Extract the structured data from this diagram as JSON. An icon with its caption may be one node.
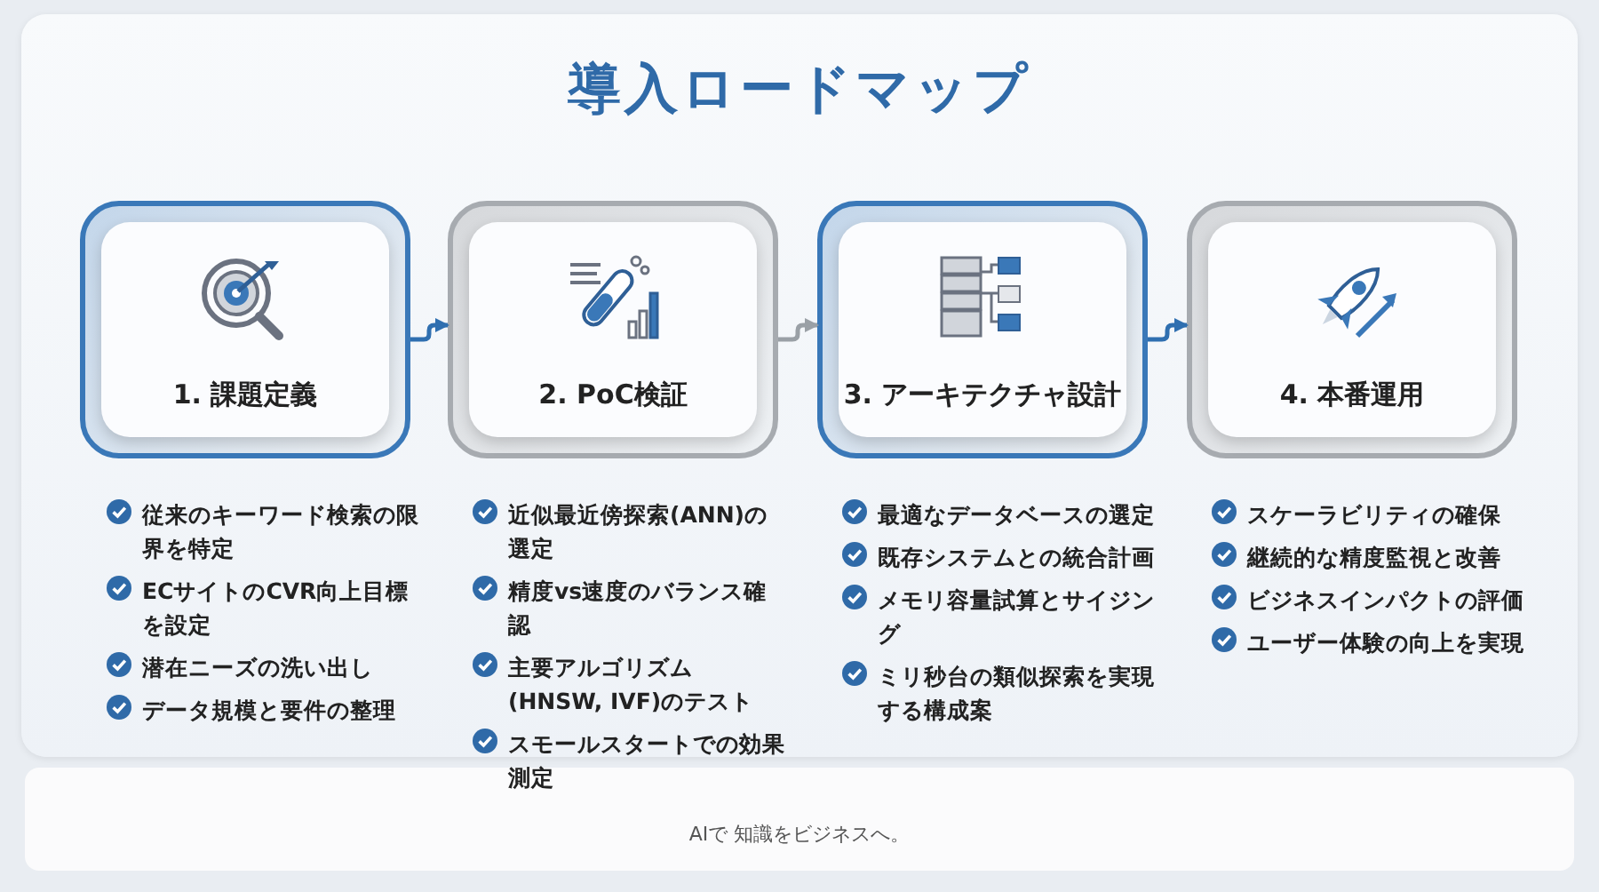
{
  "diagram": {
    "title": "導入ロードマップ",
    "nodes": [
      {
        "text": [
          "1. 課題定義"
        ],
        "beside": [
          "従来のキーワード検索の限界を特定",
          "ECサイトのCVR向上目標を設定",
          "潜在ニーズの洗い出し",
          "データ規模と要件の整理"
        ]
      },
      {
        "text": [
          "2. PoC検証"
        ],
        "beside": [
          "近似最近傍探索(ANN)の選定",
          "精度vs速度のバランス確認",
          "主要アルゴリズム(HNSW, IVF)のテスト",
          "スモールスタートでの効果測定"
        ]
      },
      {
        "text": [
          "3. アーキテクチャ設計"
        ],
        "beside": [
          "最適なデータベースの選定",
          "既存システムとの統合計画",
          "メモリ容量試算とサイジング",
          "ミリ秒台の類似探索を実現する構成案"
        ]
      },
      {
        "text": [
          "4. 本番運用"
        ],
        "beside": [
          "スケーラビリティの確保",
          "継続的な精度監視と改善",
          "ビジネスインパクトの評価",
          "ユーザー体験の向上を実現"
        ]
      }
    ],
    "edges": [
      {
        "from": 0,
        "to": 1,
        "arrow": "to"
      },
      {
        "from": 1,
        "to": 2,
        "arrow": "to",
        "color": "#9aa0a6"
      },
      {
        "from": 2,
        "to": 3,
        "arrow": "to"
      }
    ],
    "labels": [
      "AIで 知識をビジネスへ。"
    ]
  }
}
